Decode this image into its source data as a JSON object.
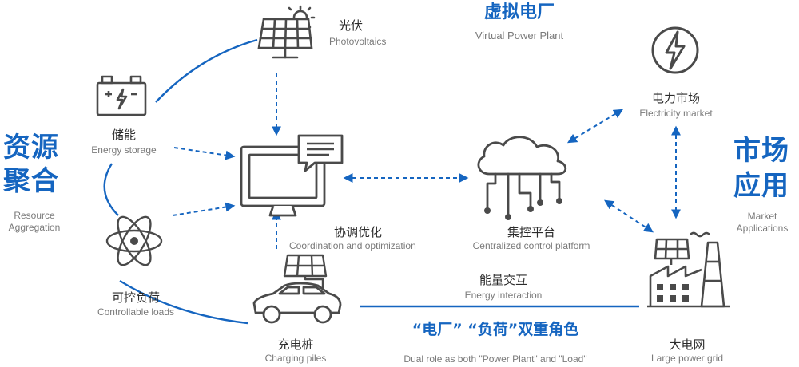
{
  "title": {
    "zh": "虚拟电厂",
    "en": "Virtual Power Plant"
  },
  "left_group": {
    "zh_line1": "资源",
    "zh_line2": "聚合",
    "en_line1": "Resource",
    "en_line2": "Aggregation"
  },
  "right_group": {
    "zh_line1": "市场",
    "zh_line2": "应用",
    "en_line1": "Market",
    "en_line2": "Applications"
  },
  "nodes": {
    "photovoltaics": {
      "zh": "光伏",
      "en": "Photovoltaics"
    },
    "energy_storage": {
      "zh": "储能",
      "en": "Energy storage"
    },
    "controllable_loads": {
      "zh": "可控负荷",
      "en": "Controllable loads"
    },
    "charging_piles": {
      "zh": "充电桩",
      "en": "Charging piles"
    },
    "coordination": {
      "zh": "协调优化",
      "en": "Coordination and optimization"
    },
    "platform": {
      "zh": "集控平台",
      "en": "Centralized control platform"
    },
    "electricity_market": {
      "zh": "电力市场",
      "en": "Electricity market"
    },
    "grid": {
      "zh": "大电网",
      "en": "Large power grid"
    }
  },
  "energy_interaction": {
    "zh": "能量交互",
    "en": "Energy interaction"
  },
  "dual_role": {
    "zh": "“电厂” “负荷”双重角色",
    "en": "Dual role as both \"Power Plant\" and \"Load\""
  },
  "colors": {
    "accent": "#1565c0",
    "icon": "#4a4a4a",
    "arrow": "#1565c0"
  }
}
